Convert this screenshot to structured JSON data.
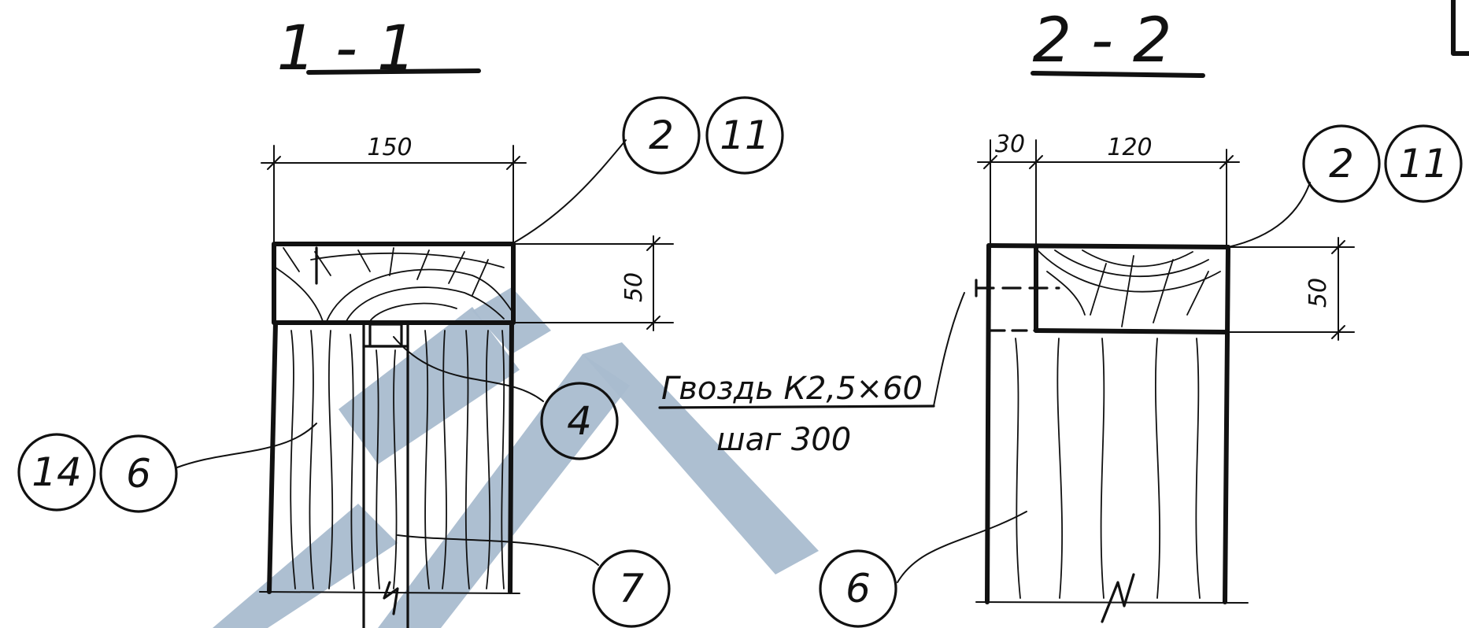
{
  "section_left": {
    "title": "1 - 1",
    "dim_width": "150",
    "dim_height": "50",
    "callouts": [
      "2",
      "11",
      "4",
      "14",
      "6",
      "7"
    ]
  },
  "section_right": {
    "title": "2 - 2",
    "dim_left": "30",
    "dim_width": "120",
    "dim_height": "50",
    "callouts": [
      "2",
      "11",
      "6"
    ]
  },
  "note": {
    "line1": "Гвоздь К2,5×60",
    "line2": "шаг 300"
  },
  "colors": {
    "ink": "#111111",
    "watermark": "#a9bccf",
    "paper": "#ffffff"
  }
}
